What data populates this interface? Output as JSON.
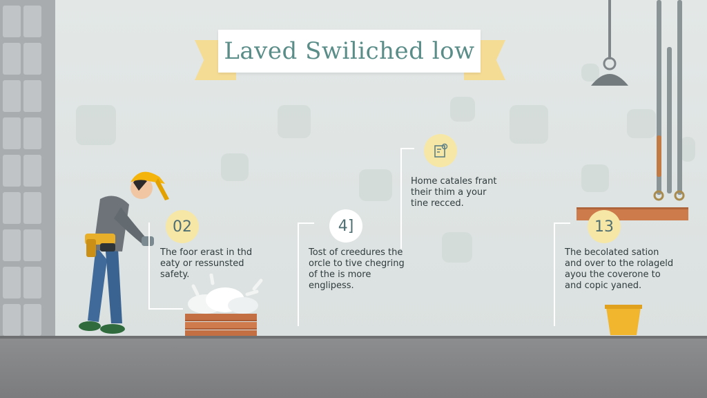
{
  "banner": {
    "title": "Laved Swiliched low"
  },
  "steps": [
    {
      "badge": "02",
      "lines": [
        "The foor erast in thd",
        "eaty or ressunsted",
        "safety."
      ]
    },
    {
      "badge": "4]",
      "lines": [
        "Tost of creedures the",
        "orcle to tive chegring",
        "of the is more",
        "englipess."
      ]
    },
    {
      "badge": "icon",
      "icon": "document-gear-icon",
      "lines": [
        "Home catales frant",
        "their thim a your",
        "tine recced."
      ]
    },
    {
      "badge": "13",
      "lines": [
        "The becolated sation",
        "and over to the rolageld",
        "ayou the coverone to",
        "and copic yaned."
      ]
    }
  ],
  "colors": {
    "accent": "#5a8d88",
    "badge": "#f6e7a6",
    "ribbon": "#f5dc95",
    "wall": "#dde3e2",
    "floor": "#7b7c7e"
  }
}
